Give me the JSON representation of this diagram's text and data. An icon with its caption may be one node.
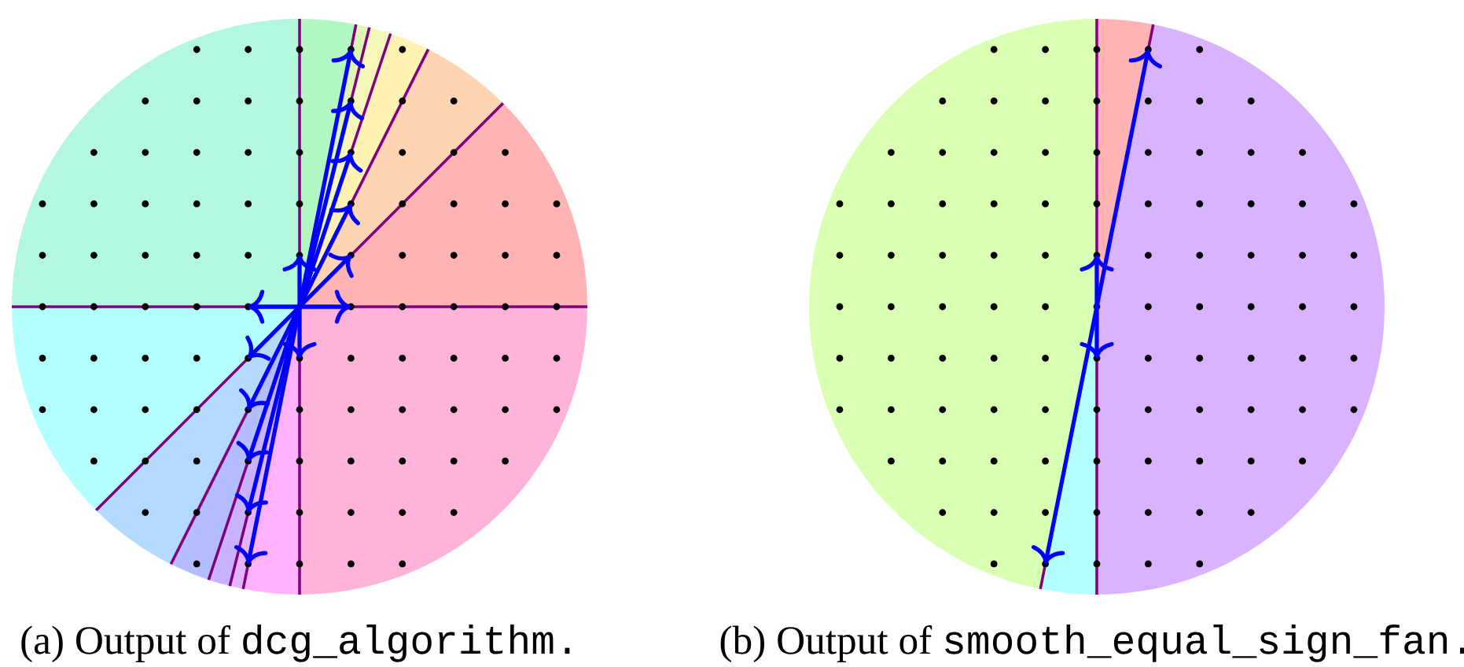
{
  "diagram": {
    "labels": [
      "(a) Output of",
      "dcg_algorithm.",
      "(b) Output of",
      "smooth_equal_sign_fan."
    ]
  }
}
